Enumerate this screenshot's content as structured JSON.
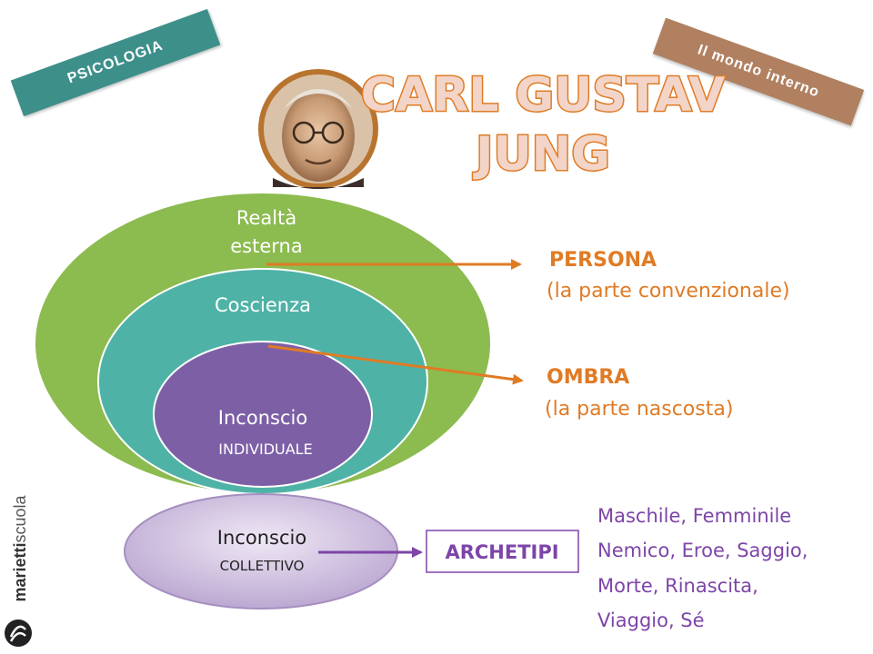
{
  "tags": {
    "left": "PSICOLOGIA",
    "right": "Il mondo interno"
  },
  "title": {
    "line1": "CARL GUSTAV",
    "line2": "JUNG"
  },
  "circles": {
    "outer": {
      "line1": "Realtà",
      "line2": "esterna",
      "color": "#8cbb4f"
    },
    "middle": {
      "label": "Coscienza",
      "color": "#4fb2a6"
    },
    "inner": {
      "line1": "Inconscio",
      "line2": "INDIVIDUALE",
      "color": "#7d5fa6"
    },
    "collective": {
      "line1": "Inconscio",
      "line2": "COLLETTIVO",
      "color": "#c9b8dc"
    }
  },
  "labels": {
    "persona": {
      "title": "PERSONA",
      "desc": "(la parte convenzionale)"
    },
    "ombra": {
      "title": "OMBRA",
      "desc": "(la parte nascosta)"
    },
    "archetipi": "ARCHETIPI",
    "archetypes_list": [
      "Maschile, Femminile",
      "Nemico, Eroe, Saggio,",
      "Morte, Rinascita,",
      "Viaggio, Sé"
    ]
  },
  "colors": {
    "orange": "#e07b25",
    "purple": "#7d45a8",
    "title_fill": "#f2d5c8",
    "title_stroke": "#e07b25"
  },
  "brand": {
    "bold": "marietti",
    "regular": "scuola"
  }
}
